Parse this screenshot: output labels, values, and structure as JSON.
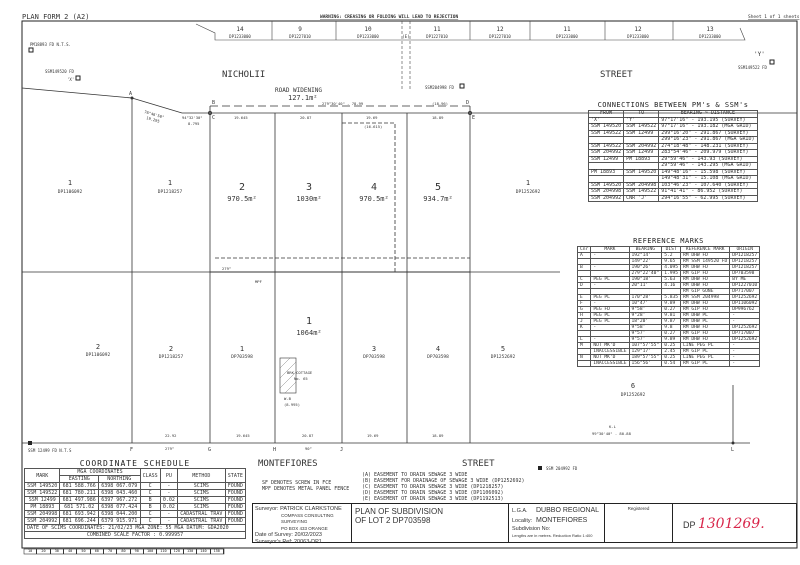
{
  "header": {
    "plan_form": "PLAN FORM 2 (A2)",
    "warning": "WARNING: CREASING OR FOLDING WILL LEAD TO REJECTION",
    "sheet": "Sheet 1 of 1 sheets"
  },
  "top_lots": [
    {
      "lot": "14",
      "dp": "DP1233000"
    },
    {
      "lot": "9",
      "dp": "DP1227010"
    },
    {
      "lot": "10",
      "dp": "DP1233000"
    },
    {
      "lot": "11",
      "dp": "DP1227010"
    },
    {
      "lot": "12",
      "dp": "DP1227010"
    },
    {
      "lot": "11",
      "dp": "DP1233000"
    },
    {
      "lot": "12",
      "dp": "DP1233000"
    },
    {
      "lot": "13",
      "dp": "DP1233000"
    }
  ],
  "easement_e": "(E)",
  "marks": {
    "pm18893": "PM18893 FD N.T.S.",
    "ssm149520": "SSM149520 FD",
    "x": "'X'",
    "y": "'Y'",
    "ssm149522": "SSM149522 FD",
    "ssm204998": "SSM204998 FD",
    "ssm12499": "SSM 12499 FD N.T.S",
    "ssm204992": "SSM 204992 FD"
  },
  "streets": {
    "nicholii": "NICHOLII",
    "street_top": "STREET",
    "montefiores": "MONTEFIORES",
    "street_bottom": "STREET"
  },
  "road_widening": {
    "label": "ROAD WIDENING",
    "area": "127.1m²"
  },
  "corners": {
    "a": "A",
    "b": "B",
    "c": "C",
    "d": "D",
    "e": "E",
    "f": "F",
    "g": "G",
    "h": "H",
    "j": "J",
    "l": "L"
  },
  "upper_lots": [
    {
      "lot": "1",
      "sub": "DP1106092"
    },
    {
      "lot": "1",
      "sub": "DP1218257"
    },
    {
      "lot": "2",
      "sub": "970.5m²"
    },
    {
      "lot": "3",
      "sub": "1030m²"
    },
    {
      "lot": "4",
      "sub": "970.5m²"
    },
    {
      "lot": "5",
      "sub": "934.7m²"
    },
    {
      "lot": "1",
      "sub": "DP1252692"
    }
  ],
  "lower_lots": [
    {
      "lot": "2",
      "sub": "DP1106092"
    },
    {
      "lot": "2",
      "sub": "DP1218257"
    },
    {
      "lot": "1",
      "sub": "DP703598"
    },
    {
      "lot": "1",
      "sub": "1064m²"
    },
    {
      "lot": "3",
      "sub": "DP703598"
    },
    {
      "lot": "4",
      "sub": "DP703598"
    },
    {
      "lot": "5",
      "sub": "DP1252692"
    },
    {
      "lot": "6",
      "sub": "DP1252692"
    }
  ],
  "dims": {
    "ab": "76°46'50\"",
    "ab_d": "19.295",
    "bc": "94°32'30\"",
    "bc_d": "8.795",
    "top1": "19.645",
    "top2": "20.87",
    "top3": "19.69",
    "top4": "18.89",
    "road": "279°30'40\" - 78.99",
    "e_dist": "(18.96)",
    "ease": "(16.615)",
    "bot1": "22.92",
    "bot_b1": "279°",
    "bot2": "19.645",
    "bot3": "20.87",
    "bot_b3": "90°",
    "bot4": "19.69",
    "bot5": "18.89",
    "mid_b": "279°",
    "mpf": "MPF",
    "kl": "K-L",
    "kl_d": "99°30'40\" - 80.88"
  },
  "cottage": {
    "label": "BRK COTTAGE",
    "no": "No. 65",
    "wb": "W-B",
    "wb_d": "(8.995)"
  },
  "connections": {
    "title": "CONNECTIONS BETWEEN PM's & SSM's",
    "headers": [
      "FROM",
      "TO",
      "BEARING ~ DISTANCE"
    ],
    "rows": [
      [
        "'X'",
        "'Y'",
        "97°17'16\" - 193.195 (SURVEY)"
      ],
      [
        "SSM 149520",
        "SSM 149522",
        "97°17'16\" - 193.182 (MGA GRID)"
      ],
      [
        "SSM 149522",
        "SSM 12499",
        "299°16'20\" - 291.867 (SURVEY)"
      ],
      [
        "",
        "",
        "299°16'23\" - 291.867 (MGA GRID)"
      ],
      [
        "SSM 149522",
        "SSM 204992",
        "274°18'48\" - 148.231 (SURVEY)"
      ],
      [
        "SSM 204992",
        "SSM 12499",
        "283°54'46\" - 209.979 (SURVEY)"
      ],
      [
        "SSM 12499",
        "PM 18893",
        "29°59'46\" - 143.93 (SURVEY)"
      ],
      [
        "",
        "",
        "29°59'46\" - 143.295 (MGA GRID)"
      ],
      [
        "PM 18893",
        "SSM 149520",
        "149°48'16\" - 15.598 (SURVEY)"
      ],
      [
        "",
        "",
        "149°48'31\" - 15.108 (MGA GRID)"
      ],
      [
        "SSM 149520",
        "SSM 204998",
        "103°46'23\" - 107.640 (SURVEY)"
      ],
      [
        "SSM 204998",
        "SSM 149522",
        "91°41'41\" - 86.952 (SURVEY)"
      ],
      [
        "SSM 204992",
        "CNR 'J'",
        "294°16'55\" - 62.995 (SURVEY)"
      ]
    ]
  },
  "reference_marks": {
    "title": "REFERENCE MARKS",
    "headers": [
      "Cnr",
      "MARK",
      "BEARING",
      "DIST",
      "REFERENCE MARK",
      "ORIGIN"
    ],
    "rows": [
      [
        "A",
        "-",
        "192°14'",
        "5.2",
        "RM DHW FD",
        "DP1218257"
      ],
      [
        "",
        "",
        "149°22'",
        "9.65",
        "RM SSM 149520 FD",
        "DP1218257"
      ],
      [
        "B",
        "-",
        "190°26'",
        "4.095",
        "RM DHW FD",
        "DP1218257"
      ],
      [
        "",
        "",
        "279°22'40\"",
        "1.995",
        "RM GIP FD",
        "DP703598"
      ],
      [
        "C",
        "PEG PL",
        "190°18'",
        "5.63",
        "RM DHW FD",
        "BY ME"
      ],
      [
        "D",
        "-",
        "20°11'",
        "4.16",
        "RM DHW FD",
        "DP1227010"
      ],
      [
        "",
        "",
        "",
        "",
        "RM GIP GONE",
        "DP717007"
      ],
      [
        "E",
        "PEG PL",
        "170°28'",
        "5.835",
        "RM SSM 204998",
        "DP1252692"
      ],
      [
        "F",
        "-",
        "10°47'",
        "9.89",
        "RM DHW FD",
        "DP1106092"
      ],
      [
        "G",
        "PEG FD",
        "9°58'",
        "0.27",
        "RM GIP FD",
        "DP996762"
      ],
      [
        "H",
        "PEG PL",
        "9°28'",
        "9.81",
        "RM DHW PL",
        "-"
      ],
      [
        "J",
        "PEG PL",
        "18°20'",
        "9.87",
        "RM DHW PL",
        "-"
      ],
      [
        "K",
        "-",
        "9°58'",
        "9.8",
        "RM DHW FD",
        "DP1252692"
      ],
      [
        "",
        "",
        "9°57'",
        "0.27",
        "RM GIP FD",
        "DP717007"
      ],
      [
        "L",
        "-",
        "9°57'",
        "9.89",
        "RM DHW FD",
        "DP1252692"
      ],
      [
        "M",
        "NOT MK'D",
        "107°57'55\"",
        "0.25",
        "LINE PEG PL",
        "-"
      ],
      [
        "",
        "INACCESSIBLE",
        "129°17'",
        "2.45",
        "RM GIP PL",
        "-"
      ],
      [
        "N",
        "NOT MK'D",
        "189°57'55\"",
        "0.25",
        "LINE PEG PL",
        "-"
      ],
      [
        "",
        "INACCESSIBLE",
        "156°56'",
        "0.54",
        "RM GIP PL",
        "-"
      ]
    ]
  },
  "coordinate_schedule": {
    "title": "COORDINATE SCHEDULE",
    "headers": {
      "mark": "MARK",
      "mga": "MGA COORDINATES",
      "easting": "EASTING",
      "northing": "NORTHING",
      "class": "CLASS",
      "pu": "PU",
      "method": "METHOD",
      "state": "STATE"
    },
    "rows": [
      [
        "SSM 149520",
        "681 588.766",
        "6398 067.079",
        "C",
        "-",
        "SCIMS",
        "FOUND"
      ],
      [
        "SSM 149522",
        "681 780.211",
        "6398 043.460",
        "C",
        "-",
        "SCIMS",
        "FOUND"
      ],
      [
        "SSM 12499",
        "681 497.986",
        "6397 967.272",
        "B",
        "0.02",
        "SCIMS",
        "FOUND"
      ],
      [
        "PM 18893",
        "681 571.02",
        "6398 077.424",
        "B",
        "0.02",
        "SCIMS",
        "FOUND"
      ],
      [
        "SSM 204998",
        "681 693.942",
        "6398 044.200",
        "C",
        "-",
        "CADASTRAL TRAV",
        "FOUND"
      ],
      [
        "SSM 204992",
        "681 696.244",
        "6379 915.971",
        "C",
        "-",
        "CADASTRAL TRAV",
        "FOUND"
      ]
    ],
    "footer1": "DATE OF SCIMS COORDINATES: 21/02/23     MGA ZONE: 55     MGA DATUM: GDA2020",
    "footer2": "COMBINED SCALE FACTOR : 0.999957"
  },
  "notes": {
    "sf": "SF DENOTES SCREW IN FCE",
    "mpf": "MPF DENOTES METAL PANEL FENCE"
  },
  "easements": [
    "(A) EASEMENT TO DRAIN SEWAGE 3 WIDE",
    "(B) EASEMENT FOR DRAINAGE OF SEWAGE 3 WIDE (DP1252692)",
    "(C) EASEMENT TO DRAIN SEWAGE 3 WIDE (DP1218257)",
    "(D) EASEMENT TO DRAIN SEWAGE 3 WIDE (DP1106092)",
    "(E) EASEMENT OT DRAIN SEWAGE 3 WIDE (DP1192513)"
  ],
  "title_block": {
    "surveyor_label": "Surveyor:",
    "surveyor": "PATRICK CLARKSTONE",
    "firm": "COMPASS CONSULTING SURVEYING",
    "address": "PO BOX 433 ORANGE",
    "date_label": "Date of Survey:",
    "date": "20/02/2023",
    "ref_label": "Surveyor's Ref:",
    "ref": "20063-DP1",
    "plan_title": "PLAN OF SUBDIVISION",
    "plan_subtitle": "OF LOT 2 DP703598",
    "lga_label": "L.G.A.",
    "lga": "DUBBO REGIONAL",
    "locality_label": "Locality:",
    "locality": "MONTEFIORES",
    "subdivision_label": "Subdivision No:",
    "lengths": "Lengths are in metres.  Reduction Ratio 1:400",
    "registered_label": "Registered",
    "dp_prefix": "DP",
    "dp_number": "1301269."
  },
  "scale_bar": [
    "10",
    "20",
    "30",
    "40",
    "50",
    "60",
    "70",
    "80",
    "90",
    "100",
    "110",
    "120",
    "130",
    "140",
    "150"
  ],
  "colors": {
    "ink": "#333333",
    "red_handwriting": "#d8264a"
  }
}
